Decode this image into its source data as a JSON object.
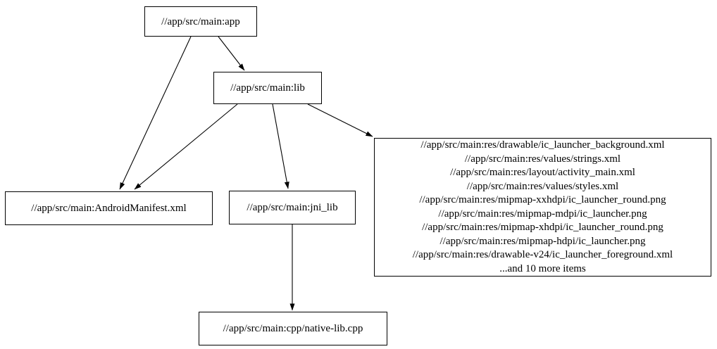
{
  "diagram": {
    "type": "dependency-graph",
    "background_color": "#ffffff",
    "node_border_color": "#000000",
    "edge_color": "#000000",
    "nodes": {
      "app": {
        "label": "//app/src/main:app"
      },
      "lib": {
        "label": "//app/src/main:lib"
      },
      "manifest": {
        "label": "//app/src/main:AndroidManifest.xml"
      },
      "jni_lib": {
        "label": "//app/src/main:jni_lib"
      },
      "native_lib": {
        "label": "//app/src/main:cpp/native-lib.cpp"
      },
      "resources": {
        "lines": [
          "//app/src/main:res/drawable/ic_launcher_background.xml",
          "//app/src/main:res/values/strings.xml",
          "//app/src/main:res/layout/activity_main.xml",
          "//app/src/main:res/values/styles.xml",
          "//app/src/main:res/mipmap-xxhdpi/ic_launcher_round.png",
          "//app/src/main:res/mipmap-mdpi/ic_launcher.png",
          "//app/src/main:res/mipmap-xhdpi/ic_launcher_round.png",
          "//app/src/main:res/mipmap-hdpi/ic_launcher.png",
          "//app/src/main:res/drawable-v24/ic_launcher_foreground.xml",
          "...and 10 more items"
        ]
      }
    },
    "edges": [
      {
        "from": "app",
        "to": "lib"
      },
      {
        "from": "app",
        "to": "manifest"
      },
      {
        "from": "lib",
        "to": "manifest"
      },
      {
        "from": "lib",
        "to": "jni_lib"
      },
      {
        "from": "lib",
        "to": "resources"
      },
      {
        "from": "jni_lib",
        "to": "native_lib"
      }
    ]
  }
}
